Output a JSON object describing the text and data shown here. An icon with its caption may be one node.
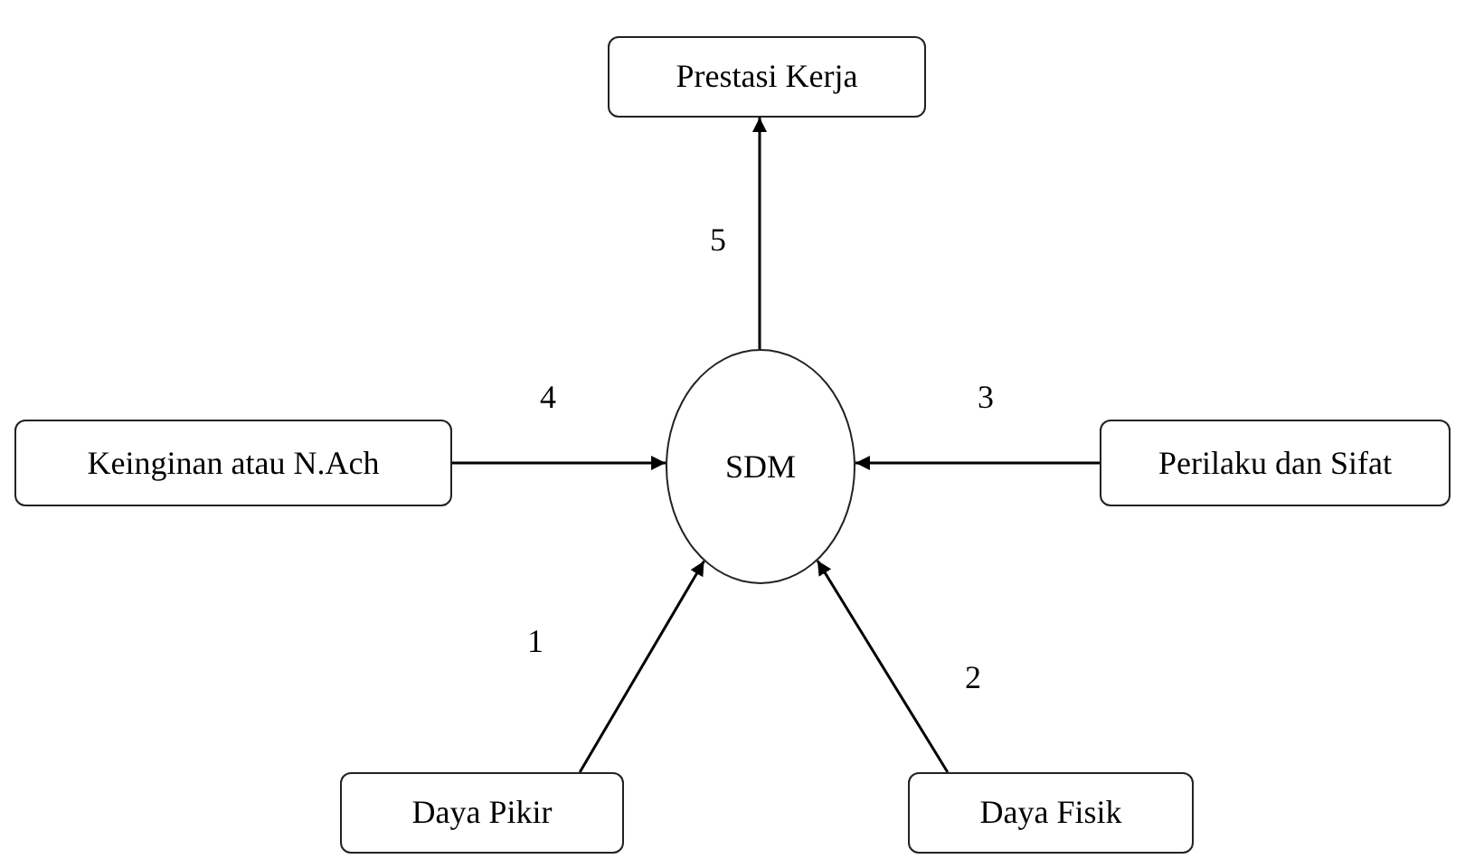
{
  "diagram": {
    "nodes": [
      {
        "text": [
          "Prestasi Kerja"
        ]
      },
      {
        "text": [
          "Keinginan atau N.Ach"
        ]
      },
      {
        "text": [
          "SDM"
        ]
      },
      {
        "text": [
          "Perilaku dan Sifat"
        ]
      },
      {
        "text": [
          "Daya Pikir"
        ]
      },
      {
        "text": [
          "Daya Fisik"
        ]
      }
    ],
    "edges": [
      {
        "from": 2,
        "to": 0,
        "arrow": "to",
        "label": "5"
      },
      {
        "from": 1,
        "to": 2,
        "arrow": "to",
        "label": "4"
      },
      {
        "from": 3,
        "to": 2,
        "arrow": "to",
        "label": "3"
      },
      {
        "from": 4,
        "to": 2,
        "arrow": "to",
        "label": "1"
      },
      {
        "from": 5,
        "to": 2,
        "arrow": "to",
        "label": "2"
      }
    ]
  }
}
